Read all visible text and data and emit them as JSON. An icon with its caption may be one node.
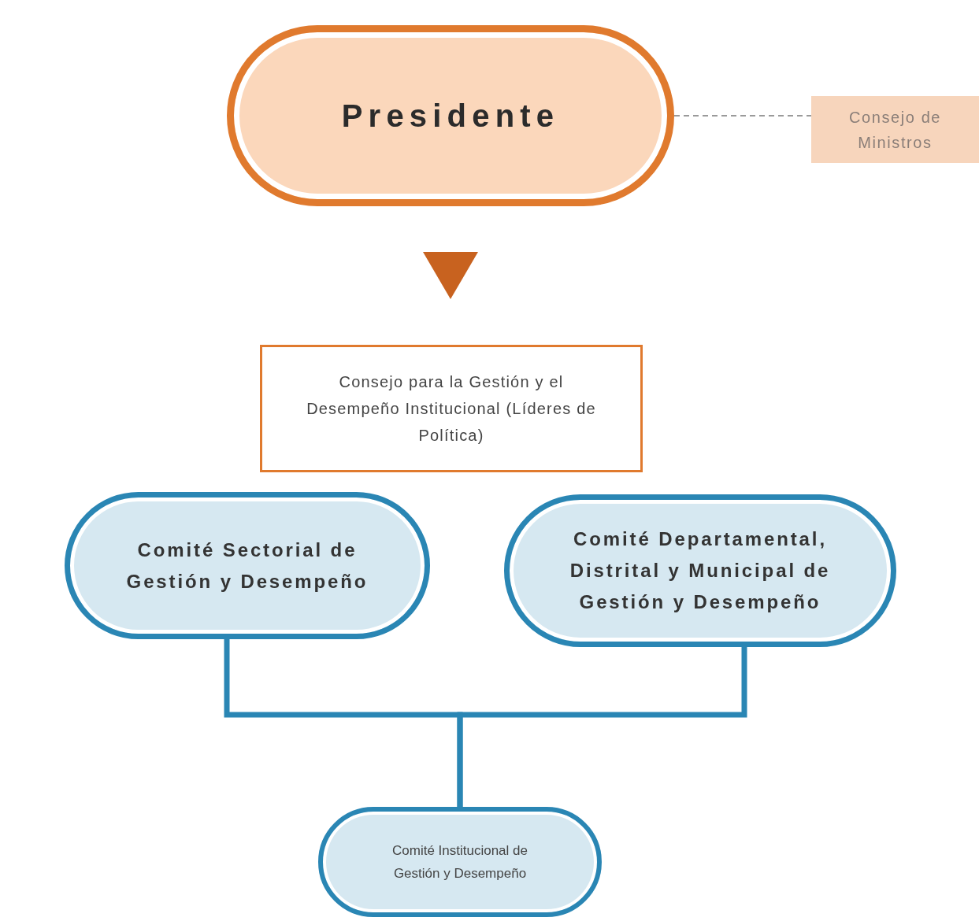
{
  "diagram": {
    "nodes": [
      {
        "text": [
          "Presidente"
        ]
      },
      {
        "text": [
          "Consejo para la Gestión y el Desempeño Institucional (Líderes de Política)"
        ]
      },
      {
        "text": [
          "Comité Sectorial de Gestión y Desempeño"
        ]
      },
      {
        "text": [
          "Comité Departamental, Distrital y Municipal de Gestión y Desempeño"
        ]
      },
      {
        "text": [
          "Consejo de Ministros"
        ]
      },
      {
        "text": [
          "Comité Institucional de Gestión y Desempeño"
        ]
      }
    ],
    "edges": [
      {
        "from": 0,
        "to": 1,
        "arrow": "to"
      },
      {
        "from": 0,
        "to": 4,
        "arrow": "none",
        "style": "dashed",
        "color": "#9a9a9a"
      },
      {
        "from": 2,
        "to": 5,
        "arrow": "none"
      },
      {
        "from": 3,
        "to": 5,
        "arrow": "none"
      }
    ]
  }
}
